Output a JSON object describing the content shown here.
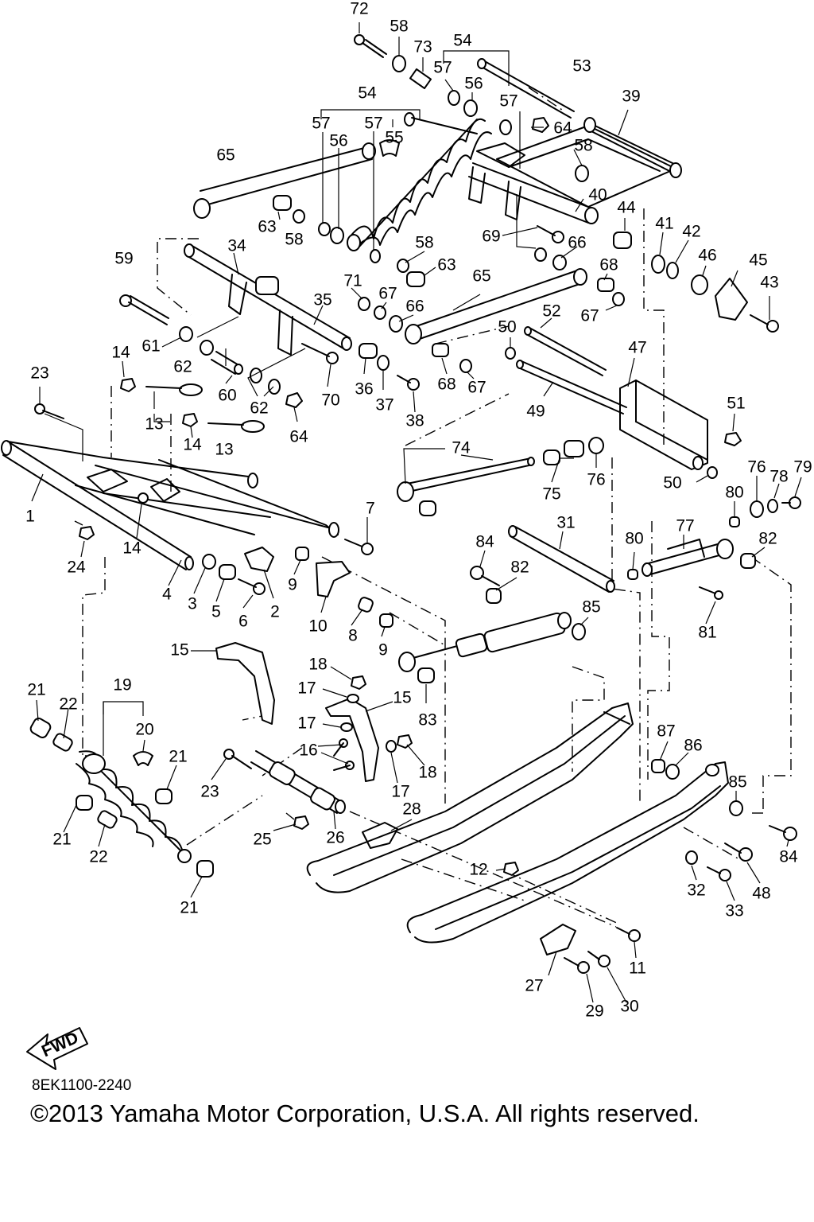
{
  "diagram": {
    "labels": [
      "72",
      "58",
      "73",
      "54",
      "57",
      "56",
      "53",
      "54",
      "57",
      "56",
      "57",
      "55",
      "57",
      "64",
      "39",
      "58",
      "65",
      "40",
      "44",
      "63",
      "58",
      "34",
      "58",
      "63",
      "69",
      "66",
      "41",
      "42",
      "46",
      "45",
      "43",
      "59",
      "71",
      "67",
      "66",
      "65",
      "68",
      "35",
      "67",
      "52",
      "50",
      "47",
      "14",
      "61",
      "62",
      "23",
      "60",
      "70",
      "36",
      "37",
      "38",
      "68",
      "67",
      "49",
      "51",
      "62",
      "13",
      "64",
      "14",
      "13",
      "74",
      "75",
      "76",
      "76",
      "78",
      "79",
      "50",
      "80",
      "1",
      "7",
      "31",
      "84",
      "82",
      "77",
      "82",
      "14",
      "24",
      "4",
      "3",
      "5",
      "6",
      "2",
      "9",
      "10",
      "8",
      "9",
      "80",
      "81",
      "85",
      "15",
      "18",
      "17",
      "15",
      "83",
      "21",
      "22",
      "19",
      "20",
      "17",
      "16",
      "87",
      "86",
      "21",
      "23",
      "18",
      "17",
      "85",
      "28",
      "21",
      "22",
      "25",
      "26",
      "12",
      "84",
      "32",
      "48",
      "33",
      "21",
      "11",
      "27",
      "29",
      "30"
    ],
    "fwd_label": "FWD"
  },
  "footer": {
    "code": "8EK1100-2240",
    "copyright": "©2013 Yamaha Motor Corporation, U.S.A. All rights reserved."
  }
}
